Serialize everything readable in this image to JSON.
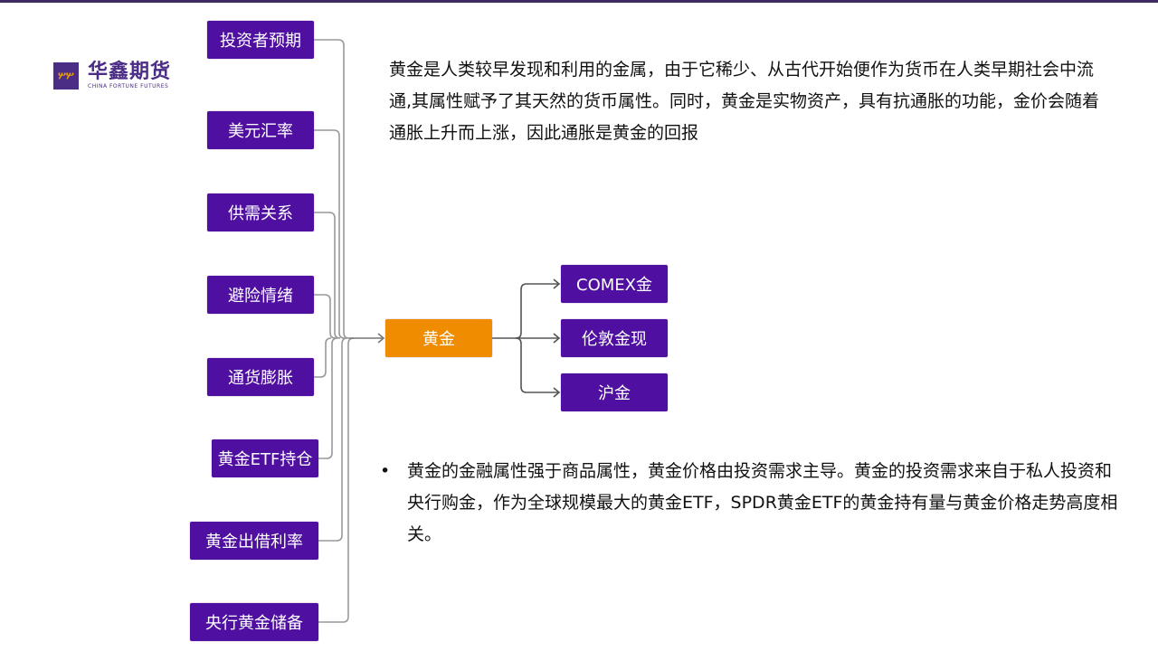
{
  "logo": {
    "name_cn": "华鑫期货",
    "name_en": "CHINA FORTUNE FUTURES"
  },
  "factors": [
    "投资者预期",
    "美元汇率",
    "供需关系",
    "避险情绪",
    "通货膨胀",
    "黄金ETF持仓",
    "黄金出借利率",
    "央行黄金储备"
  ],
  "center": "黄金",
  "markets": [
    "COMEX金",
    "伦敦金现",
    "沪金"
  ],
  "intro": "黄金是人类较早发现和利用的金属，由于它稀少、从古代开始便作为货币在人类早期社会中流通,其属性赋予了其天然的货币属性。同时，黄金是实物资产，具有抗通胀的功能，金价会随着通胀上升而上涨，因此通胀是黄金的回报",
  "bullet": "黄金的金融属性强于商品属性，黄金价格由投资需求主导。黄金的投资需求来自于私人投资和央行购金，作为全球规模最大的黄金ETF，SPDR黄金ETF的黄金持有量与黄金价格走势高度相关。",
  "colors": {
    "box": "#4f0fa0",
    "center": "#f08c00"
  }
}
